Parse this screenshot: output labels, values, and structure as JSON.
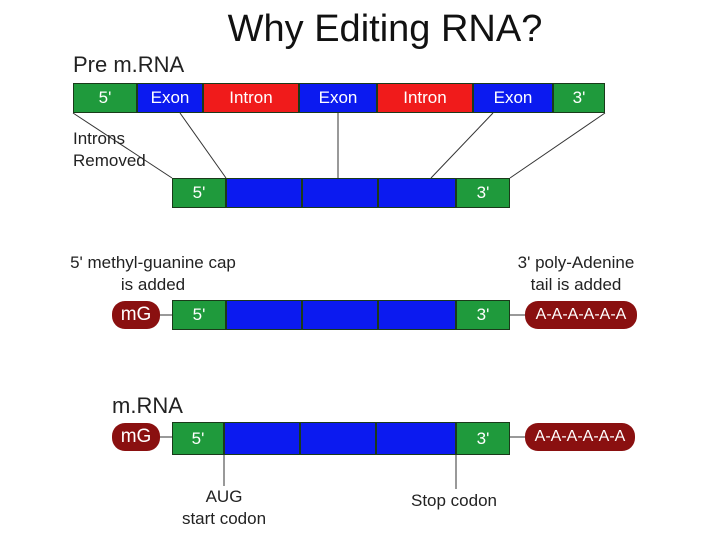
{
  "title": "Why Editing RNA?",
  "pre_mrna": {
    "label": "Pre m.RNA",
    "segments": [
      "5'",
      "Exon",
      "Intron",
      "Exon",
      "Intron",
      "Exon",
      "3'"
    ],
    "removed_label_1": "Introns",
    "removed_label_2": "Removed"
  },
  "spliced": {
    "five": "5'",
    "three": "3'"
  },
  "capped": {
    "cap_label_1": "5' methyl-guanine cap",
    "cap_label_2": "is added",
    "tail_label_1": "3' poly-Adenine",
    "tail_label_2": "tail is added",
    "cap": "mG",
    "five": "5'",
    "three": "3'",
    "tail": "A-A-A-A-A-A"
  },
  "mrna": {
    "label": "m.RNA",
    "cap": "mG",
    "five": "5'",
    "three": "3'",
    "tail": "A-A-A-A-A-A",
    "start_label_1": "AUG",
    "start_label_2": "start codon",
    "stop_label": "Stop codon"
  },
  "colors": {
    "flank": "#1f9a3c",
    "exon": "#0b1af0",
    "intron": "#f01b1b",
    "cap_tail": "#8a1010"
  }
}
